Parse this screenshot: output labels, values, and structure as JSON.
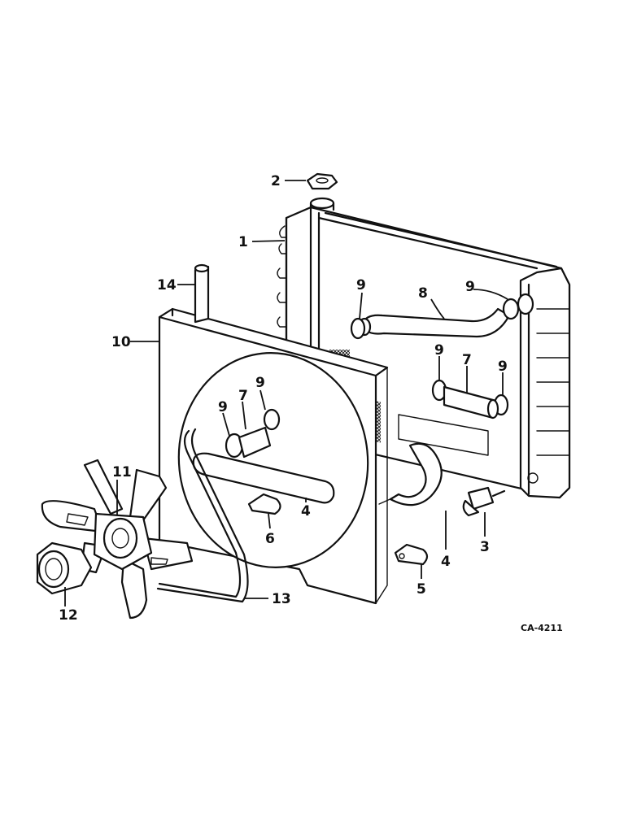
{
  "diagram": {
    "figure_code": "CA-4211",
    "callouts": [
      {
        "id": "c1",
        "text": "1"
      },
      {
        "id": "c2",
        "text": "2"
      },
      {
        "id": "c3",
        "text": "3"
      },
      {
        "id": "c4a",
        "text": "4"
      },
      {
        "id": "c4b",
        "text": "4"
      },
      {
        "id": "c5",
        "text": "5"
      },
      {
        "id": "c6",
        "text": "6"
      },
      {
        "id": "c7a",
        "text": "7"
      },
      {
        "id": "c7b",
        "text": "7"
      },
      {
        "id": "c8",
        "text": "8"
      },
      {
        "id": "c9a",
        "text": "9"
      },
      {
        "id": "c9b",
        "text": "9"
      },
      {
        "id": "c9c",
        "text": "9"
      },
      {
        "id": "c9d",
        "text": "9"
      },
      {
        "id": "c9e",
        "text": "9"
      },
      {
        "id": "c9f",
        "text": "9"
      },
      {
        "id": "c10",
        "text": "10"
      },
      {
        "id": "c11",
        "text": "11"
      },
      {
        "id": "c12",
        "text": "12"
      },
      {
        "id": "c13",
        "text": "13"
      },
      {
        "id": "c14",
        "text": "14"
      }
    ]
  }
}
